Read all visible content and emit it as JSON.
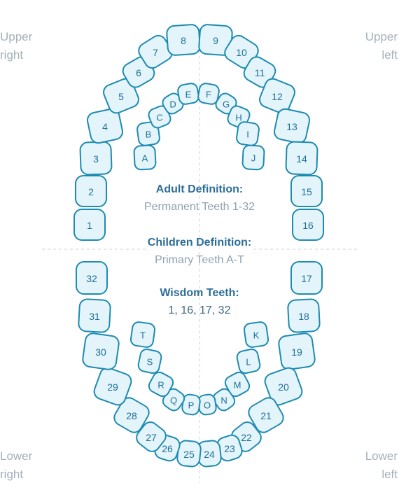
{
  "quadrants": {
    "upper_right": [
      "Upper",
      "right"
    ],
    "upper_left": [
      "Upper",
      "left"
    ],
    "lower_right": [
      "Lower",
      "right"
    ],
    "lower_left": [
      "Lower",
      "left"
    ]
  },
  "legend": {
    "adult_title": "Adult Definition:",
    "adult_value": "Permanent Teeth 1-32",
    "children_title": "Children Definition:",
    "children_value": "Primary Teeth A-T",
    "wisdom_title": "Wisdom Teeth:",
    "wisdom_value": "1, 16, 17, 32"
  },
  "colors": {
    "tooth_fill": "#e3f4fb",
    "tooth_stroke": "#1e8bb0",
    "tooth_text": "#1e6f95",
    "legend_title": "#2d6e98",
    "legend_value": "#8fa2b0",
    "quadrant_label": "#a4b0b9"
  },
  "teeth": {
    "permanent": [
      "1",
      "2",
      "3",
      "4",
      "5",
      "6",
      "7",
      "8",
      "9",
      "10",
      "11",
      "12",
      "13",
      "14",
      "15",
      "16",
      "17",
      "18",
      "19",
      "20",
      "21",
      "22",
      "23",
      "24",
      "25",
      "26",
      "27",
      "28",
      "29",
      "30",
      "31",
      "32"
    ],
    "primary": [
      "A",
      "B",
      "C",
      "D",
      "E",
      "F",
      "G",
      "H",
      "I",
      "J",
      "K",
      "L",
      "M",
      "N",
      "O",
      "P",
      "Q",
      "R",
      "S",
      "T"
    ]
  }
}
